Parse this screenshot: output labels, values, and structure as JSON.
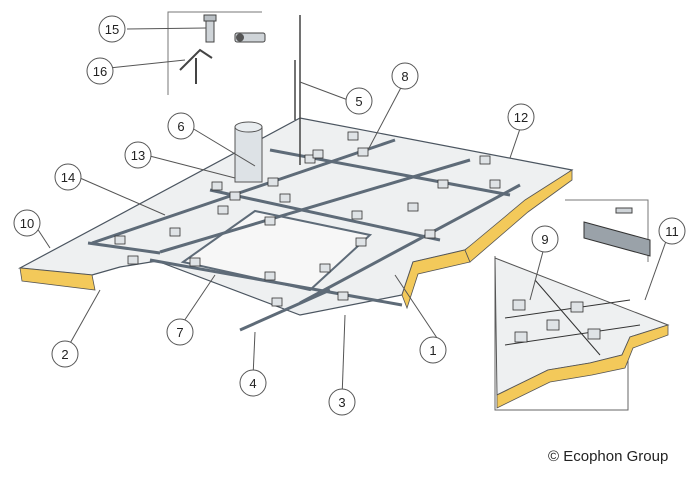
{
  "diagram": {
    "copyright": "© Ecophon Group",
    "callouts": [
      {
        "id": "c1",
        "label": "1"
      },
      {
        "id": "c2",
        "label": "2"
      },
      {
        "id": "c3",
        "label": "3"
      },
      {
        "id": "c4",
        "label": "4"
      },
      {
        "id": "c5",
        "label": "5"
      },
      {
        "id": "c6",
        "label": "6"
      },
      {
        "id": "c7",
        "label": "7"
      },
      {
        "id": "c8",
        "label": "8"
      },
      {
        "id": "c9",
        "label": "9"
      },
      {
        "id": "c10",
        "label": "10"
      },
      {
        "id": "c11",
        "label": "11"
      },
      {
        "id": "c12",
        "label": "12"
      },
      {
        "id": "c13",
        "label": "13"
      },
      {
        "id": "c14",
        "label": "14"
      },
      {
        "id": "c15",
        "label": "15"
      },
      {
        "id": "c16",
        "label": "16"
      }
    ],
    "colors": {
      "panel": "#eef0f1",
      "panel_edge": "#f3c95a",
      "grid": "#5e6b78",
      "outline": "#333333",
      "callout_fill": "#ffffff"
    }
  }
}
